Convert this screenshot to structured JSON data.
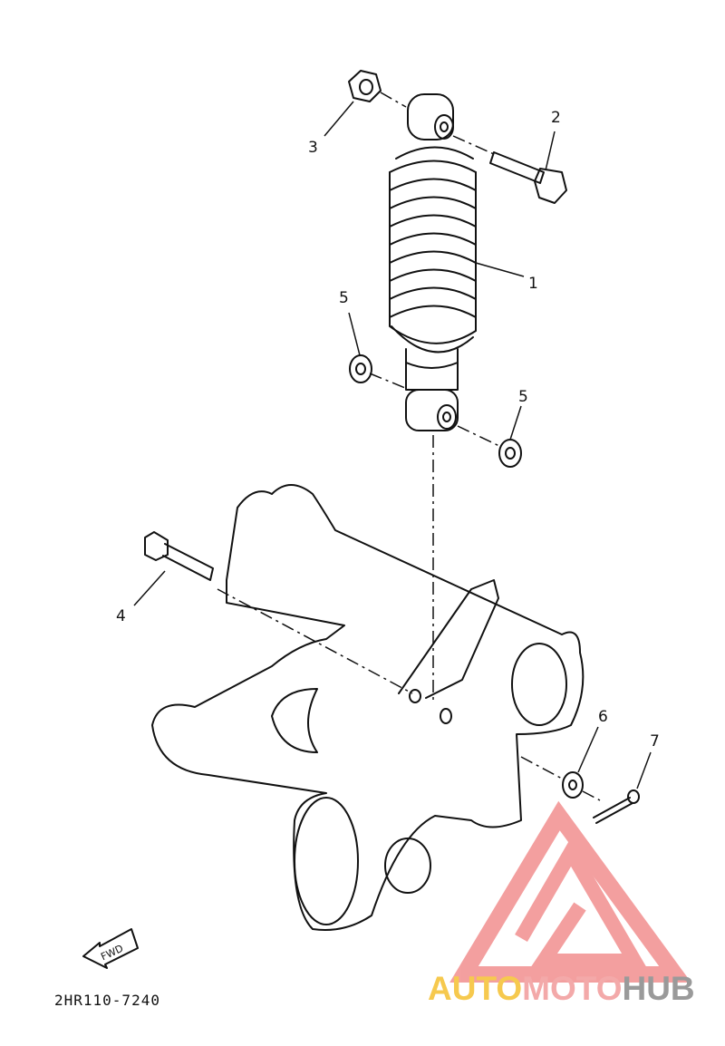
{
  "callouts": {
    "c1": "1",
    "c2": "2",
    "c3": "3",
    "c4": "4",
    "c5a": "5",
    "c5b": "5",
    "c6": "6",
    "c7": "7"
  },
  "fwd_label": "FWD",
  "drawing_code": "2HR110-7240",
  "watermark": {
    "part1": "AUTO",
    "part2": "MOTO",
    "part3": "HUB"
  },
  "colors": {
    "line": "#111111",
    "watermark_red": "#f08080",
    "watermark_yellow": "#f6c94e",
    "watermark_grey": "#9a9a9a"
  }
}
